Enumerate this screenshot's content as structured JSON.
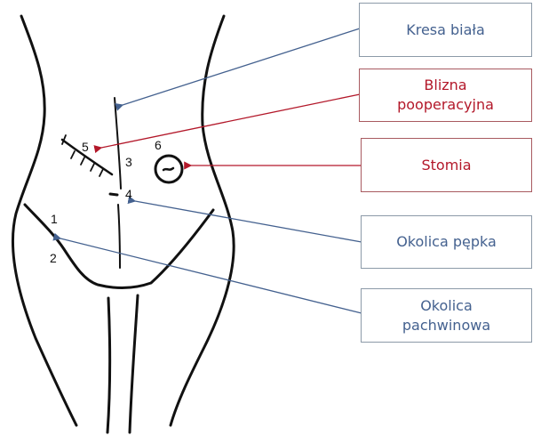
{
  "diagram": {
    "type": "anatomical-labeled-figure",
    "colors": {
      "blue": "#44618f",
      "red": "#b3182a",
      "line": "#111111"
    },
    "markers": [
      "1",
      "2",
      "3",
      "4",
      "5",
      "6"
    ],
    "labels": [
      {
        "id": "kresa",
        "text": "Kresa biała",
        "color": "blue",
        "target": "3"
      },
      {
        "id": "blizna",
        "text": "Blizna pooperacyjna",
        "color": "red",
        "target": "5"
      },
      {
        "id": "stomia",
        "text": "Stomia",
        "color": "red",
        "target": "6"
      },
      {
        "id": "pepek",
        "text": "Okolica pępka",
        "color": "blue",
        "target": "4"
      },
      {
        "id": "pachwina",
        "text": "Okolica pachwinowa",
        "color": "blue",
        "target": "1-2"
      }
    ]
  }
}
